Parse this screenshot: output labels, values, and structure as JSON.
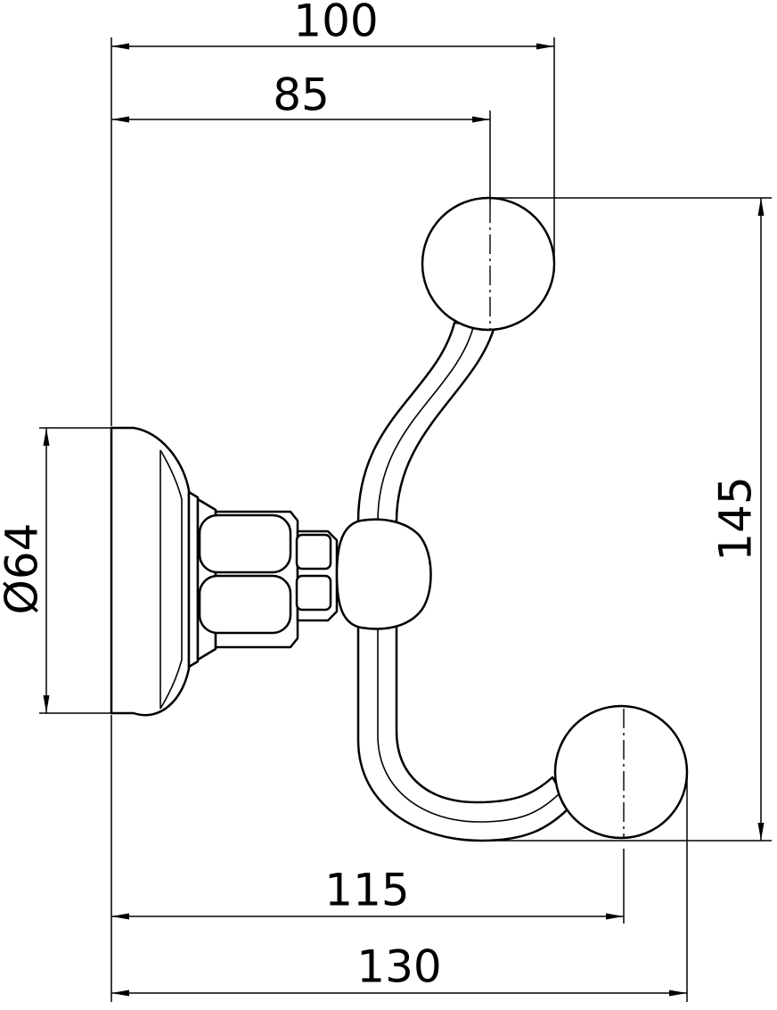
{
  "diagram": {
    "colors": {
      "line": "#000000",
      "background": "#ffffff"
    },
    "dimensions": {
      "overall_width": "100",
      "hook_center_width": "85",
      "height": "145",
      "base_diameter": "Ø64",
      "lower_hook_center": "115",
      "lower_hook_outer": "130"
    }
  }
}
